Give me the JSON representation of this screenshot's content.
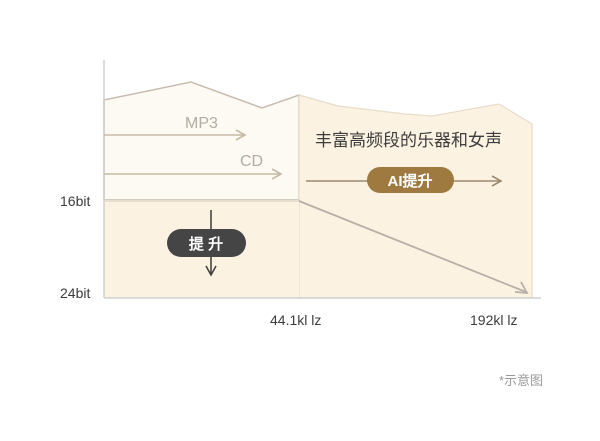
{
  "colors": {
    "axis": "#d0d0d0",
    "upper_fill": "#fdfaf4",
    "upper_edge": "#c8bcae",
    "lower_fill": "#fbf2e2",
    "arrow": "#c8b9a4",
    "arrow_dark": "#9c8a6f",
    "label_gray": "#b3aca2",
    "label_dark": "#3c3c3c",
    "gold": "#9e7a41",
    "dark_pill": "#454545",
    "white": "#ffffff"
  },
  "labels": {
    "mp3": "MP3",
    "cd": "CD",
    "y_16bit": "16bit",
    "y_24bit": "24bit",
    "x_441": "44.1kl lz",
    "x_192": "192kl lz",
    "enrich": "丰富高频段的乐器和女声",
    "ai_boost": "AI提升",
    "boost": "提 升",
    "note": "*示意图"
  }
}
